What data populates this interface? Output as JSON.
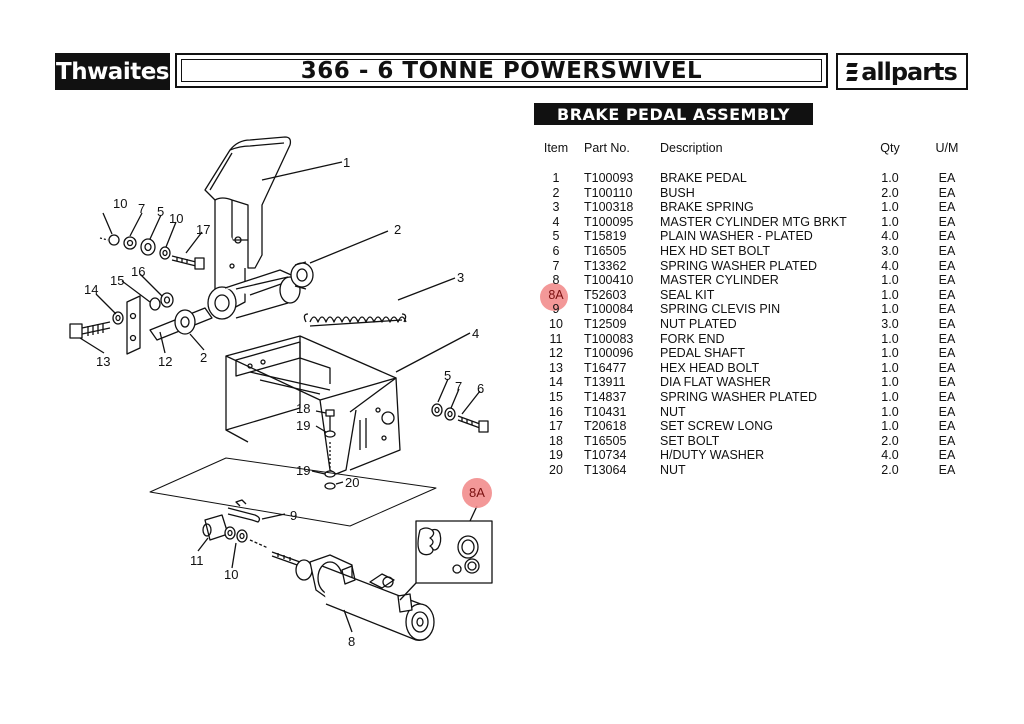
{
  "header": {
    "brand_left": "Thwaites",
    "title": "366 - 6 TONNE POWERSWIVEL",
    "brand_right": "allparts"
  },
  "section": {
    "title": "BRAKE PEDAL ASSEMBLY"
  },
  "table": {
    "columns": [
      "Item",
      "Part No.",
      "Description",
      "Qty",
      "U/M"
    ],
    "rows": [
      [
        "1",
        "T100093",
        "BRAKE PEDAL",
        "1.0",
        "EA"
      ],
      [
        "2",
        "T100110",
        "BUSH",
        "2.0",
        "EA"
      ],
      [
        "3",
        "T100318",
        "BRAKE  SPRING",
        "1.0",
        "EA"
      ],
      [
        "4",
        "T100095",
        "MASTER CYLINDER MTG BRKT",
        "1.0",
        "EA"
      ],
      [
        "5",
        "T15819",
        "PLAIN WASHER - PLATED",
        "4.0",
        "EA"
      ],
      [
        "6",
        "T16505",
        "HEX HD SET BOLT",
        "3.0",
        "EA"
      ],
      [
        "7",
        "T13362",
        "SPRING WASHER PLATED",
        "4.0",
        "EA"
      ],
      [
        "8",
        "T100410",
        "MASTER CYLINDER",
        "1.0",
        "EA"
      ],
      [
        "8A",
        "T52603",
        "SEAL KIT",
        "1.0",
        "EA"
      ],
      [
        "9",
        "T100084",
        "SPRING CLEVIS PIN",
        "1.0",
        "EA"
      ],
      [
        "10",
        "T12509",
        "NUT PLATED",
        "3.0",
        "EA"
      ],
      [
        "11",
        "T100083",
        "FORK END",
        "1.0",
        "EA"
      ],
      [
        "12",
        "T100096",
        "PEDAL SHAFT",
        "1.0",
        "EA"
      ],
      [
        "13",
        "T16477",
        "HEX HEAD BOLT",
        "1.0",
        "EA"
      ],
      [
        "14",
        "T13911",
        "DIA FLAT WASHER",
        "1.0",
        "EA"
      ],
      [
        "15",
        "T14837",
        "SPRING WASHER PLATED",
        "1.0",
        "EA"
      ],
      [
        "16",
        "T10431",
        "NUT",
        "1.0",
        "EA"
      ],
      [
        "17",
        "T20618",
        "SET SCREW LONG",
        "1.0",
        "EA"
      ],
      [
        "18",
        "T16505",
        "SET BOLT",
        "2.0",
        "EA"
      ],
      [
        "19",
        "T10734",
        "H/DUTY WASHER",
        "4.0",
        "EA"
      ],
      [
        "20",
        "T13064",
        "NUT",
        "2.0",
        "EA"
      ]
    ],
    "highlight_item": "8A",
    "highlight_color": "#f28d8d"
  },
  "diagram": {
    "callouts": [
      "1",
      "2",
      "3",
      "4",
      "5",
      "6",
      "7",
      "8",
      "8A",
      "9",
      "10",
      "10",
      "10",
      "11",
      "12",
      "13",
      "14",
      "15",
      "16",
      "17",
      "18",
      "19",
      "19",
      "20",
      "2",
      "5",
      "7"
    ]
  }
}
